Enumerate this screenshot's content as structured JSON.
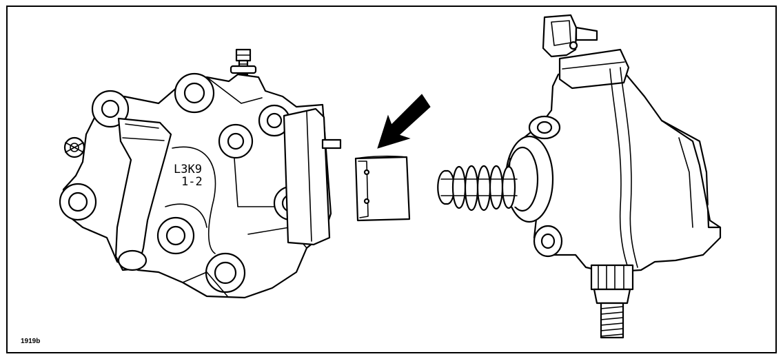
{
  "figure": {
    "id": "1919b",
    "casting_mark": {
      "line1": "L3K9",
      "line2": "1-2"
    }
  },
  "colors": {
    "ink": "#000000",
    "paper": "#ffffff"
  },
  "icons": {
    "pointer": "arrow-pointer-icon"
  }
}
